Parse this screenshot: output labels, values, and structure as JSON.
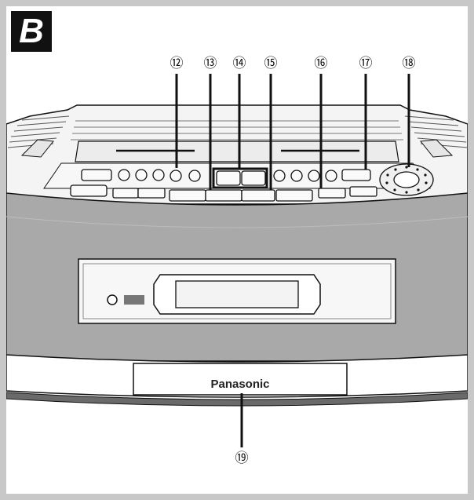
{
  "figure": {
    "label": "B",
    "brand": "Panasonic",
    "callouts": [
      {
        "id": "12",
        "symbol": "⑫"
      },
      {
        "id": "13",
        "symbol": "⑬"
      },
      {
        "id": "14",
        "symbol": "⑭"
      },
      {
        "id": "15",
        "symbol": "⑮"
      },
      {
        "id": "16",
        "symbol": "⑯"
      },
      {
        "id": "17",
        "symbol": "⑰"
      },
      {
        "id": "18",
        "symbol": "⑱"
      },
      {
        "id": "19",
        "symbol": "⑲"
      }
    ]
  },
  "colors": {
    "body_gray": "#a9a9a9",
    "frame_gray": "#c8c8c8",
    "line": "#111111"
  }
}
